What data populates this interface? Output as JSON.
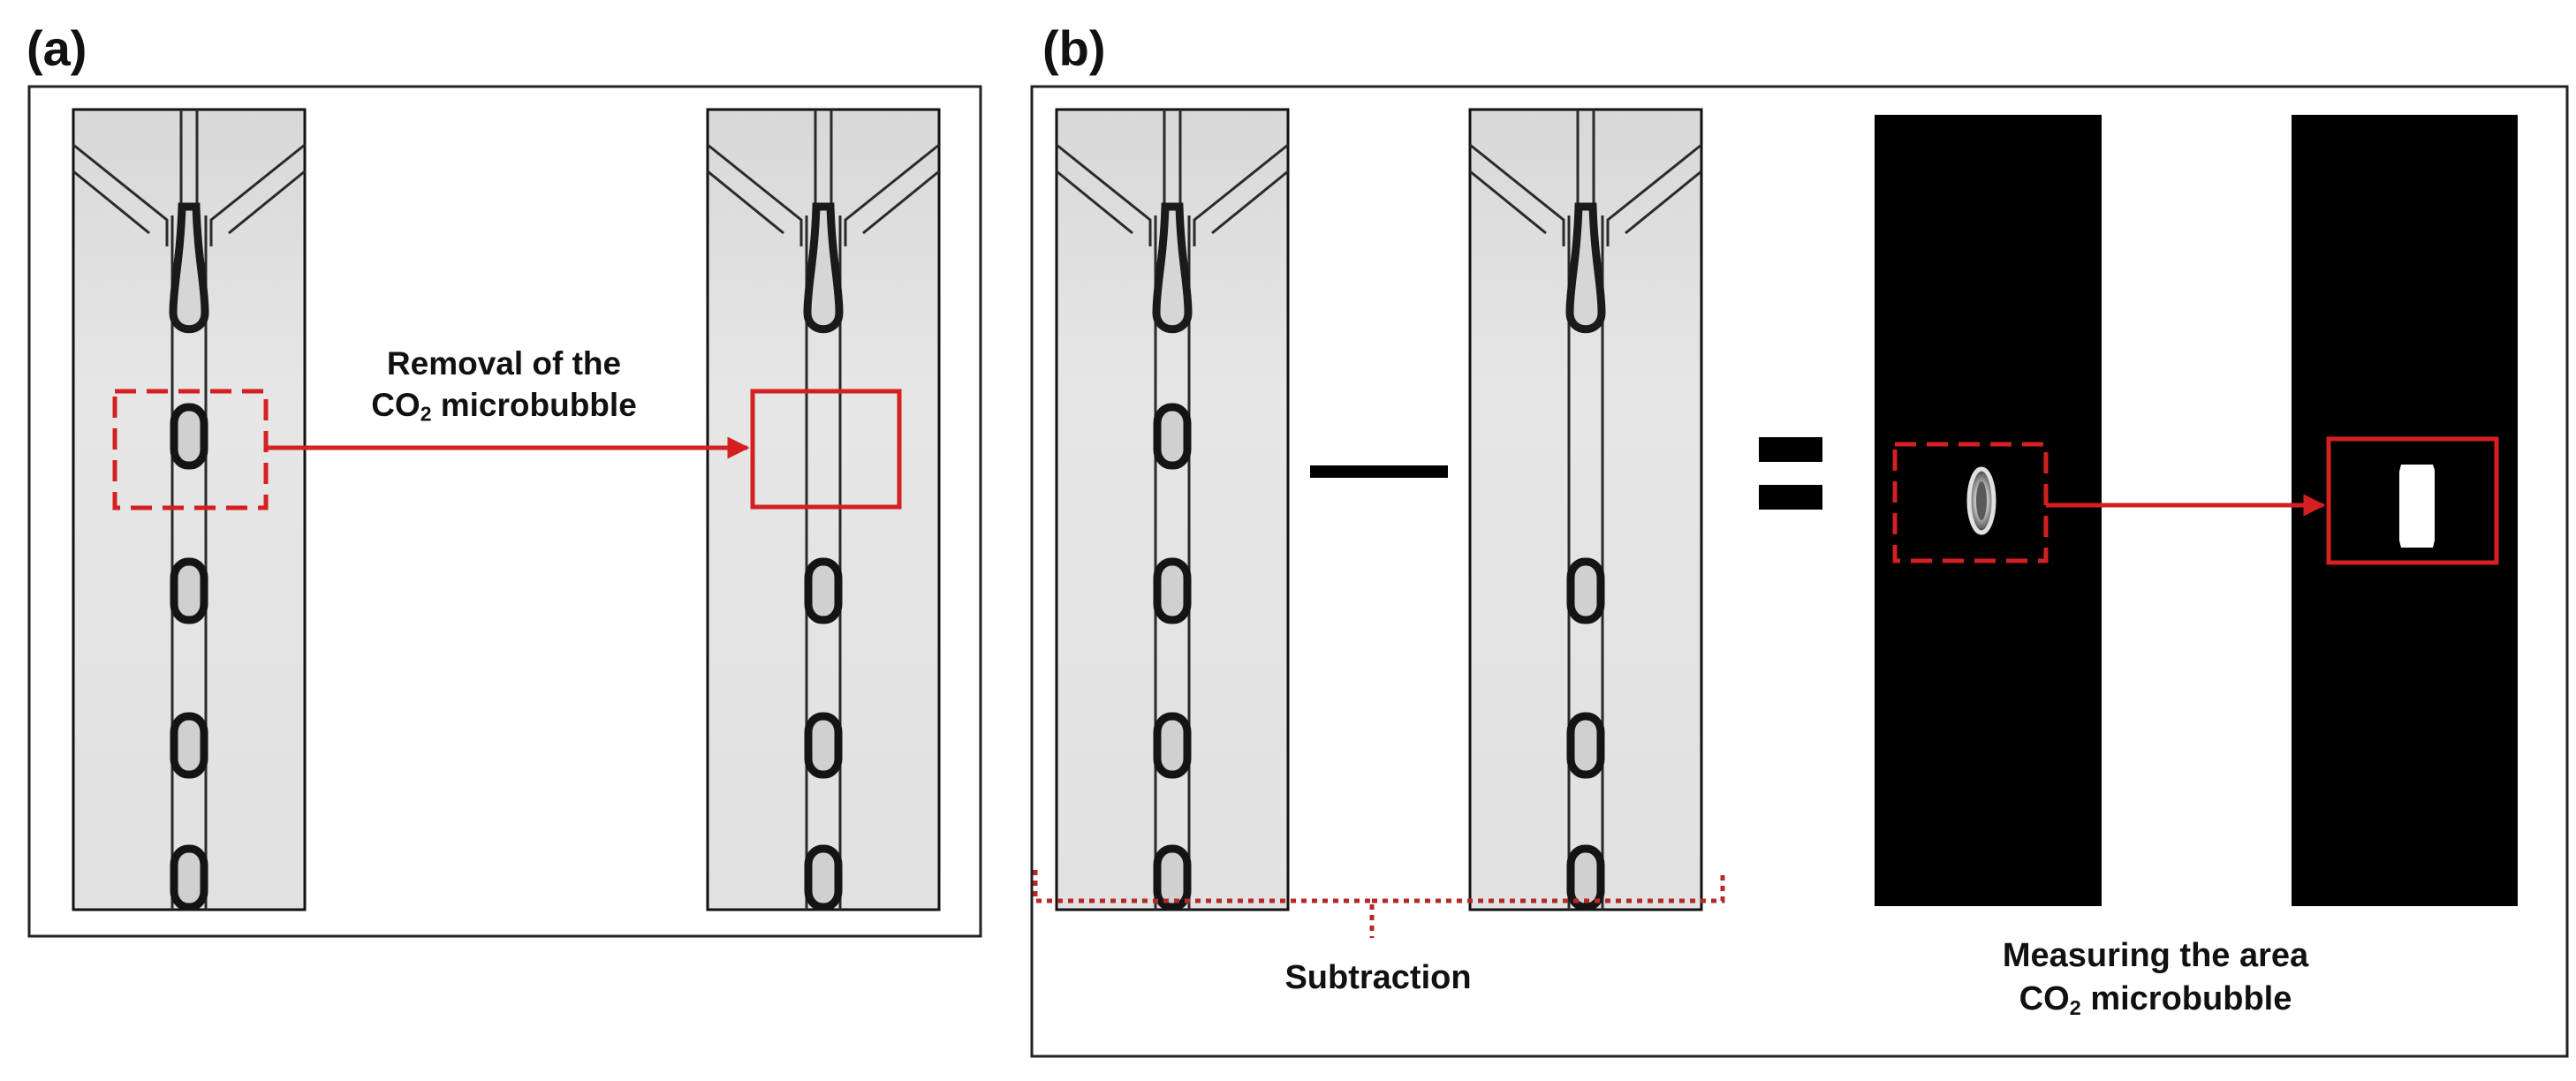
{
  "panel_a": {
    "label": "(a)",
    "annotation_line1": "Removal of the",
    "annotation_co": "CO",
    "annotation_sub": "2",
    "annotation_rest": " microbubble"
  },
  "panel_b": {
    "label": "(b)",
    "subtraction_label": "Subtraction",
    "measure_line1": "Measuring the area",
    "measure_co": "CO",
    "measure_sub": "2",
    "measure_rest": " microbubble"
  },
  "colors": {
    "highlight": "#d42020",
    "image_background": "#e4e4e4",
    "mask_background": "#000000",
    "channel_wall": "#2a2a2a"
  },
  "icons": [
    "minus-sign-icon",
    "equals-sign-icon"
  ]
}
